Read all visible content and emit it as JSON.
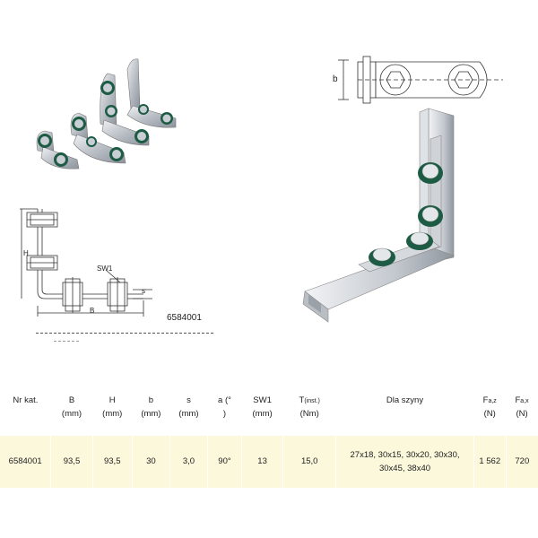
{
  "drawing": {
    "dim_h": "H",
    "dim_b_lower": "b",
    "dim_b_upper": "B",
    "dim_s": "s",
    "dim_sw1": "SW1",
    "product_code": "6584001"
  },
  "table": {
    "headers": [
      {
        "main": "Nr kat.",
        "unit": ""
      },
      {
        "main": "B",
        "unit": "(mm)"
      },
      {
        "main": "H",
        "unit": "(mm)"
      },
      {
        "main": "b",
        "unit": "(mm)"
      },
      {
        "main": "s",
        "unit": "(mm)"
      },
      {
        "main": "a (°",
        "unit": ")"
      },
      {
        "main": "SW1",
        "unit": "(mm)"
      },
      {
        "main": "T",
        "sub": "(inst.)",
        "unit": "(Nm)"
      },
      {
        "main": "Dla szyny",
        "unit": ""
      },
      {
        "main": "F",
        "sub": "a,z",
        "unit": "(N)"
      },
      {
        "main": "F",
        "sub": "a,x",
        "unit": "(N)"
      }
    ],
    "row": [
      "6584001",
      "93,5",
      "93,5",
      "30",
      "3,0",
      "90°",
      "13",
      "15,0",
      "27x18, 30x15, 30x20, 30x30, 30x45, 38x40",
      "1 562",
      "720"
    ]
  },
  "colors": {
    "row_bg": "#fbf8db",
    "metal": "#c7ccd2",
    "washer": "#1d5b45"
  }
}
